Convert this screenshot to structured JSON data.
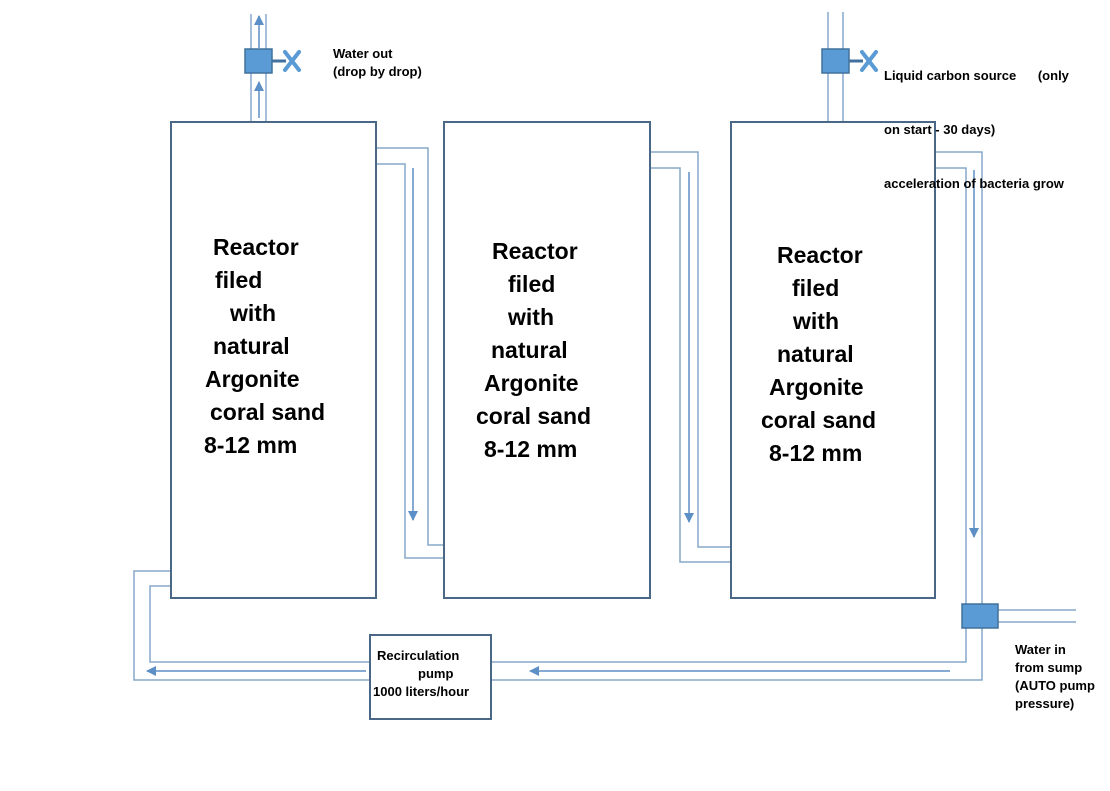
{
  "reactors": [
    {
      "lines": [
        "Reactor",
        "filed",
        "with",
        "natural",
        "Argonite",
        "coral sand",
        "8-12 mm"
      ]
    },
    {
      "lines": [
        "Reactor",
        "filed",
        "with",
        "natural",
        "Argonite",
        "coral sand",
        "8-12 mm"
      ]
    },
    {
      "lines": [
        "Reactor",
        "filed",
        "with",
        "natural",
        "Argonite",
        "coral sand",
        "8-12 mm"
      ]
    }
  ],
  "water_out": {
    "line1": "Water out",
    "line2": "(drop by drop)"
  },
  "carbon_source": {
    "line1": "Liquid carbon source      (only",
    "line2": "on start - 30 days)",
    "line3": "acceleration of bacteria grow"
  },
  "pump": {
    "line1": "Recirculation",
    "line2": "pump",
    "line3": "1000 liters/hour"
  },
  "water_in": {
    "line1": "Water in",
    "line2": "from sump",
    "line3": "(AUTO pump",
    "line4": "pressure)"
  },
  "colors": {
    "outline": "#4a6785",
    "pipe": "#87a9cc",
    "arrow": "#5d8fc7",
    "valve_fill": "#5b9bd5",
    "valve_stroke": "#41719c"
  }
}
